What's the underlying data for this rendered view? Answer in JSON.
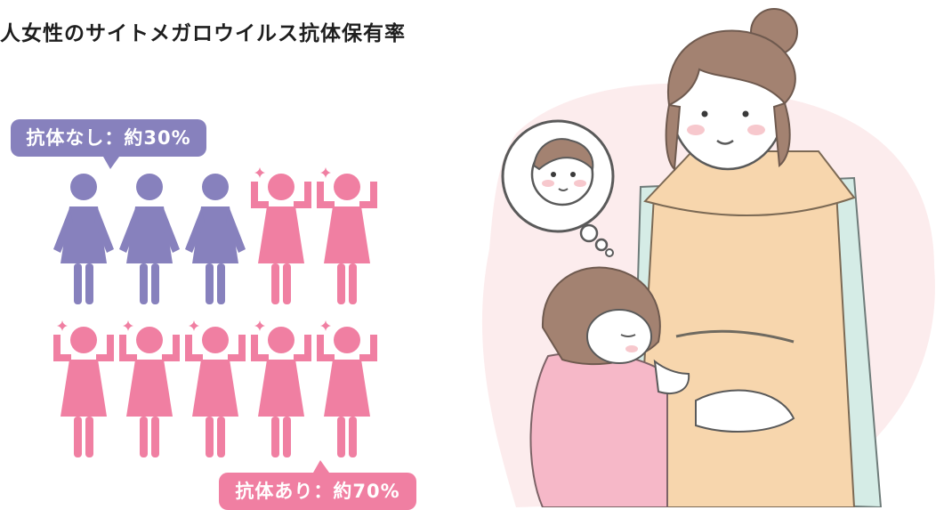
{
  "title": "人女性のサイトメガロウイルス抗体保有率",
  "labels": {
    "without_antibody": "抗体なし：約30%",
    "with_antibody": "抗体あり：約70%"
  },
  "colors": {
    "without_antibody": "#8781bd",
    "with_antibody": "#f07fa2",
    "title": "#1e1e1e",
    "background_blush": "#fbe9ea"
  },
  "chart_data": {
    "type": "pictogram",
    "title": "人女性のサイトメガロウイルス抗体保有率",
    "total_icons": 10,
    "rows": 2,
    "columns": 5,
    "series": [
      {
        "name": "抗体なし",
        "label": "抗体なし：約30%",
        "percent": 30,
        "count": 3,
        "color": "#8781bd",
        "pose": "standing"
      },
      {
        "name": "抗体あり",
        "label": "抗体あり：約70%",
        "percent": 70,
        "count": 7,
        "color": "#f07fa2",
        "pose": "arms-raised-with-sparkle"
      }
    ]
  },
  "illustration": {
    "subject": "pregnant mother with child touching belly, thought bubble with baby face"
  }
}
